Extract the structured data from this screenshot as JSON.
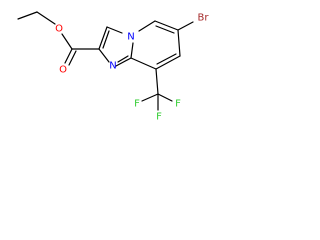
{
  "molecule": {
    "atoms": {
      "bromine": {
        "symbol": "Br",
        "color": "#a52a2a"
      },
      "ring_nitrogen": {
        "symbol": "N",
        "color": "#0000ff"
      },
      "bridge_nitrogen": {
        "symbol": "N",
        "color": "#0000ff"
      },
      "ester_oxygen": {
        "symbol": "O",
        "color": "#ff0000"
      },
      "carbonyl_oxygen": {
        "symbol": "O",
        "color": "#ff0000"
      },
      "fluorine_left": {
        "symbol": "F",
        "color": "#32cd32"
      },
      "fluorine_bottom": {
        "symbol": "F",
        "color": "#32cd32"
      },
      "fluorine_right": {
        "symbol": "F",
        "color": "#32cd32"
      }
    }
  }
}
